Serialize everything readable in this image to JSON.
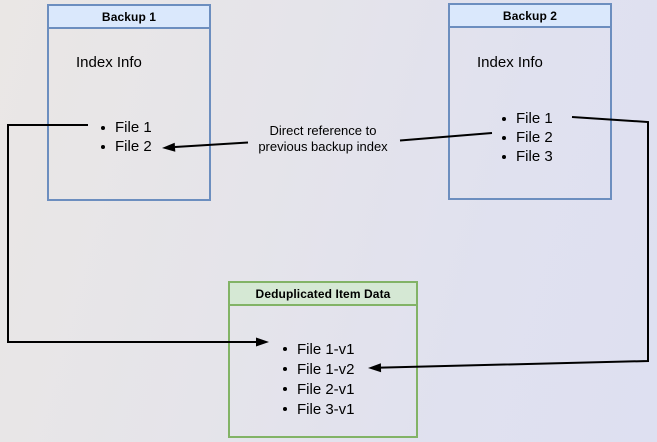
{
  "diagram": {
    "backup1": {
      "title": "Backup 1",
      "body_label": "Index Info",
      "files": [
        "File 1",
        "File 2"
      ]
    },
    "backup2": {
      "title": "Backup 2",
      "body_label": "Index Info",
      "files": [
        "File 1",
        "File 2",
        "File 3"
      ]
    },
    "dedup": {
      "title": "Deduplicated Item Data",
      "items": [
        "File 1-v1",
        "File 1-v2",
        "File 2-v1",
        "File 3-v1"
      ]
    },
    "edge_label": {
      "line1": "Direct reference to",
      "line2": "previous backup index"
    },
    "colors": {
      "blue_fill": "#dae8fc",
      "blue_border": "#6c8ebf",
      "green_fill": "#d5e8d4",
      "green_border": "#82b366",
      "line": "#000000"
    }
  }
}
